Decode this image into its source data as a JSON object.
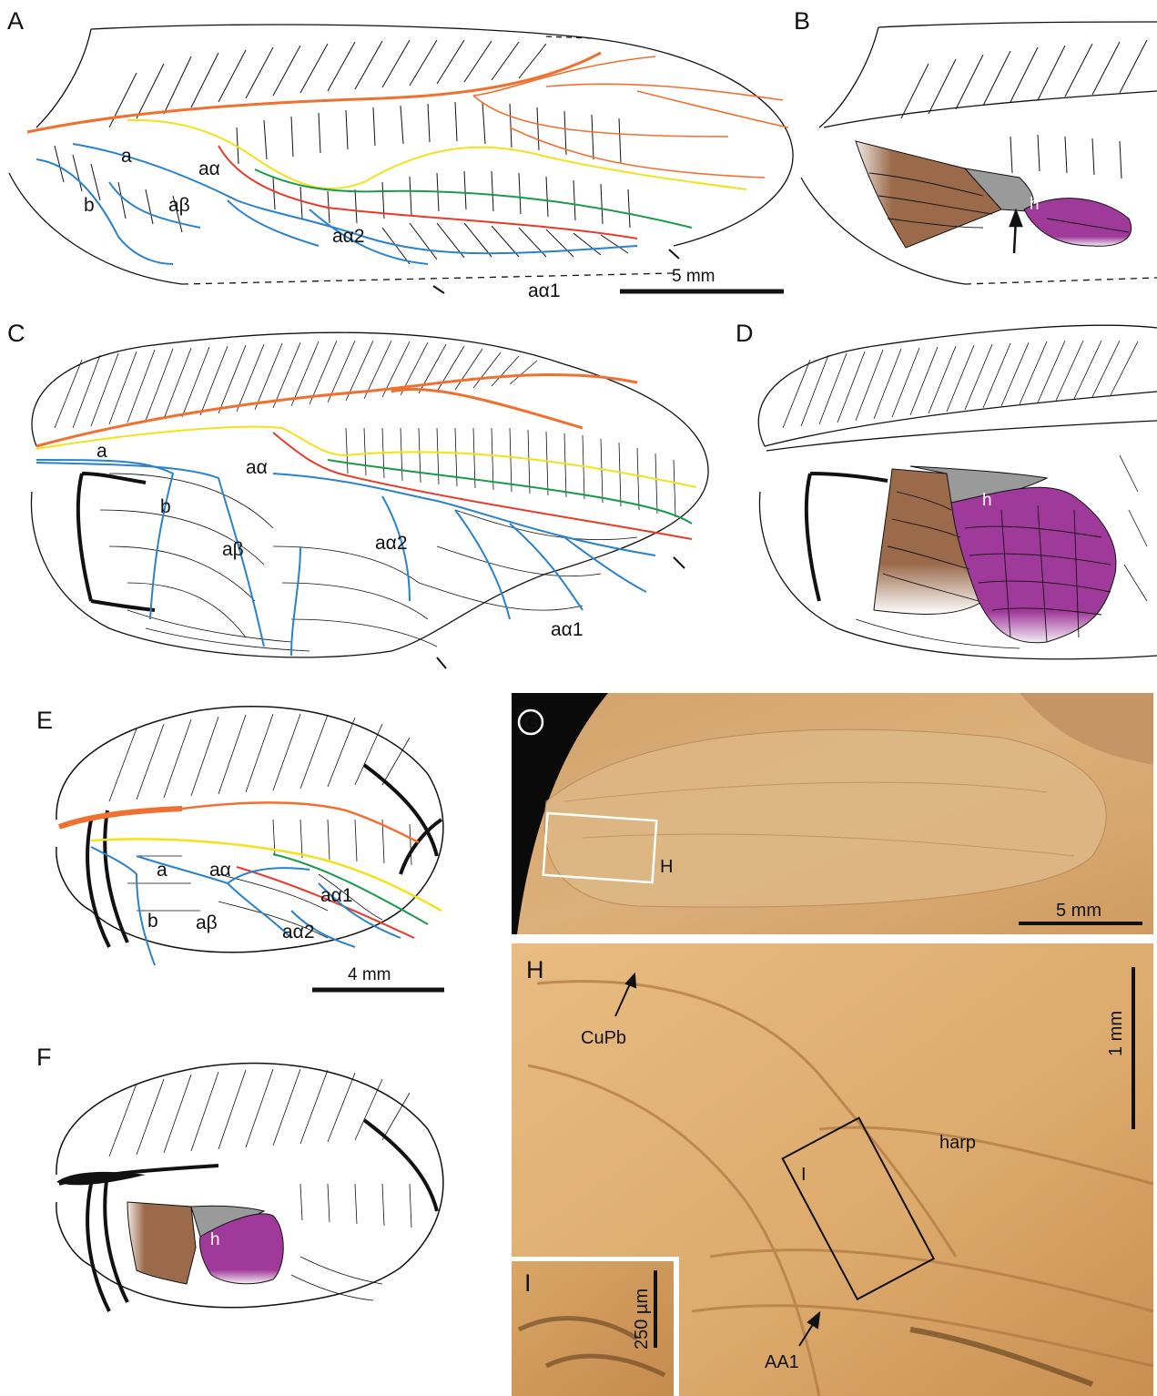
{
  "panels": {
    "A": {
      "letter": "A",
      "labels": [
        "a",
        "b",
        "aα",
        "aβ",
        "aα2",
        "aα1"
      ],
      "scale": "5 mm"
    },
    "B": {
      "letter": "B",
      "labels": [
        "h"
      ]
    },
    "C": {
      "letter": "C",
      "labels": [
        "a",
        "b",
        "aα",
        "aβ",
        "aα2",
        "aα1"
      ]
    },
    "D": {
      "letter": "D",
      "labels": [
        "h"
      ]
    },
    "E": {
      "letter": "E",
      "labels": [
        "a",
        "b",
        "aα",
        "aβ",
        "aα1",
        "aα2"
      ],
      "scale": "4 mm"
    },
    "F": {
      "letter": "F",
      "labels": [
        "h"
      ]
    },
    "G": {
      "letter": "G",
      "inset_label": "H",
      "scale": "5 mm"
    },
    "H": {
      "letter": "H",
      "labels": [
        "CuPb",
        "harp",
        "AA1"
      ],
      "inset_label": "I",
      "scale": "1 mm"
    },
    "I": {
      "letter": "I",
      "scale": "250 µm"
    }
  },
  "colors": {
    "orange": "#f07030",
    "red": "#e83a2a",
    "yellow": "#f2e21c",
    "green": "#1a9a4a",
    "blue": "#2a82c8",
    "brown": "#9a6a4a",
    "gray": "#9a9a9a",
    "purple": "#a03a9a",
    "matrix": "#d9ab72"
  }
}
